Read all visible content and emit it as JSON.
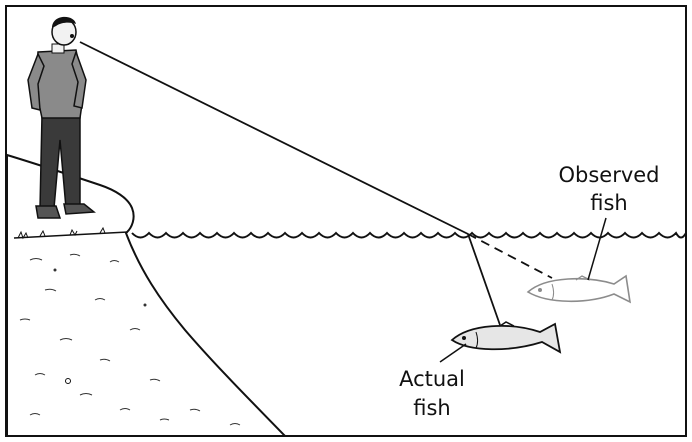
{
  "labels": {
    "observed_line1": "Observed",
    "observed_line2": "fish",
    "actual_line1": "Actual",
    "actual_line2": "fish"
  },
  "colors": {
    "ink": "#111111",
    "skin": "#f2f2f2",
    "shirt": "#8a8a8a",
    "pants": "#3a3a3a",
    "observed_fish_outline": "#8c8c8c",
    "background": "#ffffff"
  },
  "icons": [
    "person-icon",
    "fish-icon",
    "cliff-icon",
    "water-waves-icon"
  ]
}
